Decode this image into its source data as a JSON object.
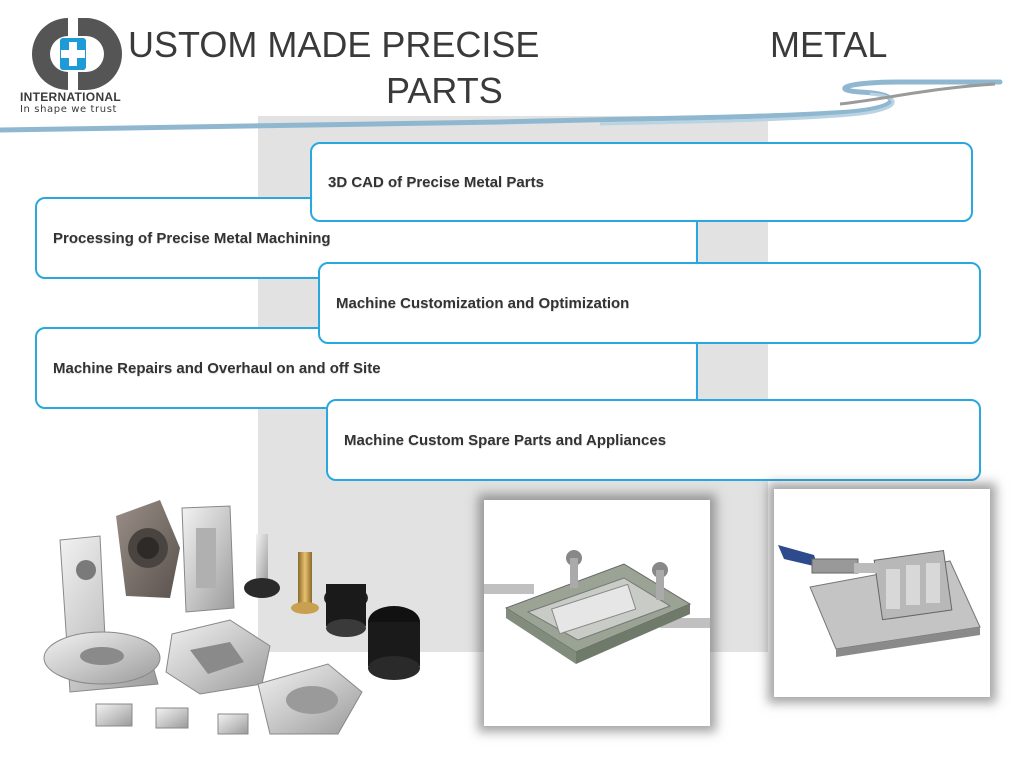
{
  "header": {
    "title_line1_part1": "USTOM MADE PRECISE",
    "title_line1_part2": "METAL",
    "title_line2": "PARTS",
    "logo_name": "INTERNATIONAL",
    "logo_tagline": "In shape we trust",
    "logo_icon": "cd-plus-logo-icon"
  },
  "services": [
    {
      "label": "3D CAD of Precise Metal Parts"
    },
    {
      "label": "Processing of Precise Metal Machining"
    },
    {
      "label": "Machine Customization and Optimization"
    },
    {
      "label": "Machine Repairs and Overhaul on and off Site"
    },
    {
      "label": "Machine Custom Spare Parts and Appliances"
    }
  ],
  "images": {
    "parts": "machined-metal-parts-image",
    "fixture": "clamping-fixture-image",
    "toggle_clamp": "toggle-clamp-fixture-image"
  },
  "colors": {
    "accent": "#29a8e0",
    "text": "#333333",
    "logo_blue": "#1e9ad6",
    "logo_gray": "#555555",
    "swoosh": "#8fb8d0"
  }
}
